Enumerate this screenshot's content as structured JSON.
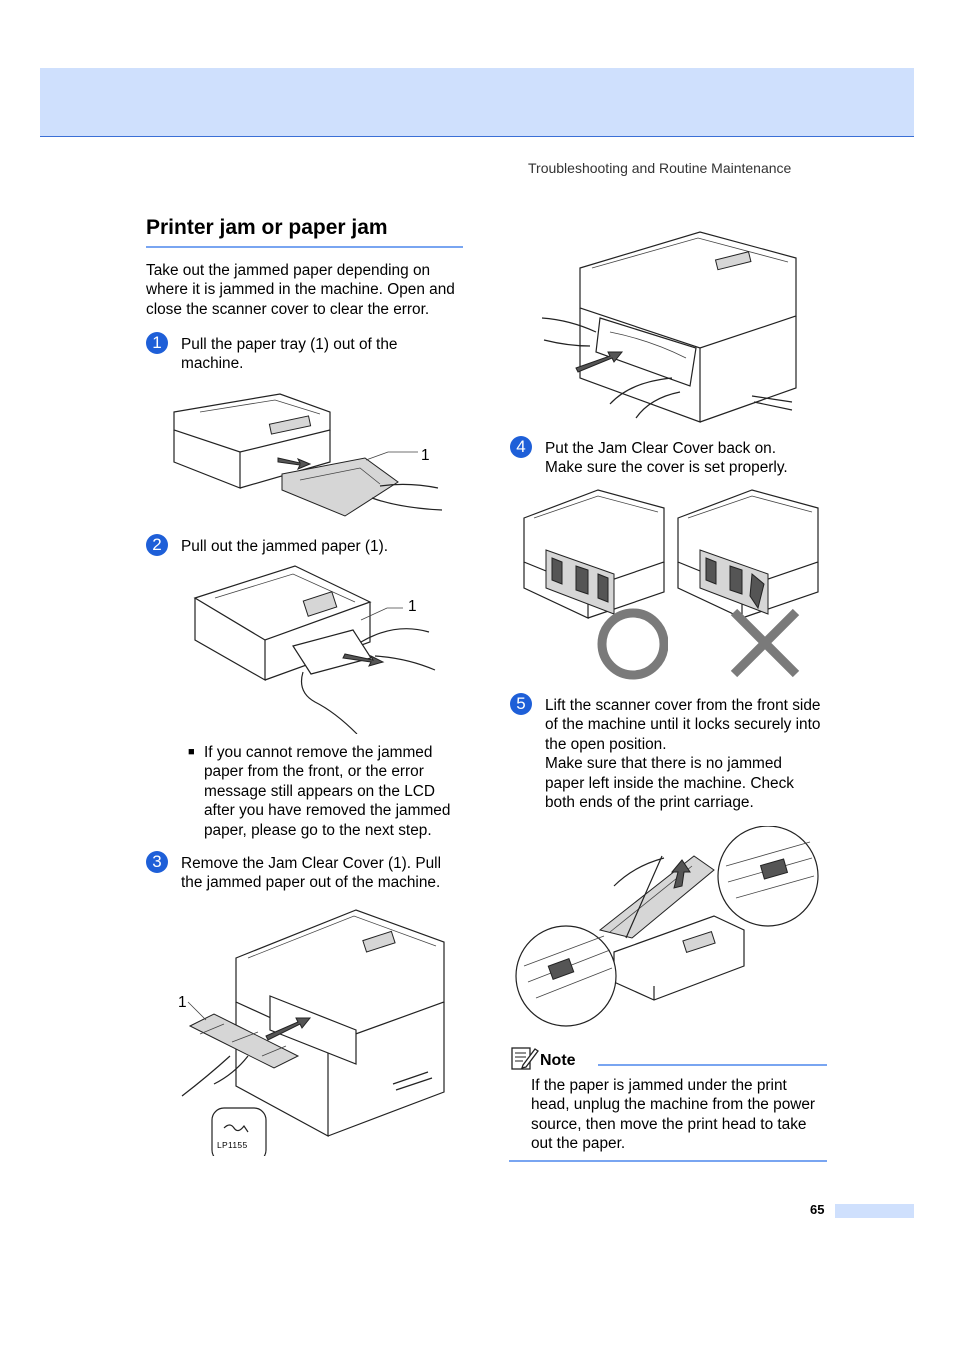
{
  "header": {
    "running_head": "Troubleshooting and Routine Maintenance"
  },
  "section": {
    "title": "Printer jam or paper jam",
    "intro": [
      "Take out the jammed paper depending on",
      "where it is jammed in the machine. Open and",
      "close the scanner cover to clear the error."
    ]
  },
  "steps": [
    {
      "number": "1",
      "lines": [
        "Pull the paper tray (1) out of the",
        "machine."
      ],
      "callout": "1"
    },
    {
      "number": "2",
      "lines": [
        "Pull out the jammed paper (1)."
      ],
      "callout": "1"
    },
    {
      "number": "3",
      "lines": [
        "Remove the Jam Clear Cover (1). Pull",
        "the jammed paper out of the machine."
      ],
      "callout": "1",
      "stamp": "LP1155"
    },
    {
      "number": "4",
      "lines": [
        "Put the Jam Clear Cover back on.",
        "Make sure the cover is set properly."
      ]
    },
    {
      "number": "5",
      "lines": [
        "Lift the scanner cover from the front side",
        "of the machine until it locks securely into",
        "the open position.",
        "Make sure that there is no jammed",
        "paper left inside the machine. Check",
        "both ends of the print carriage."
      ]
    }
  ],
  "bullet": {
    "marker": "■",
    "lines": [
      "If you cannot remove the jammed",
      "paper from the front, or the error",
      "message still appears on the LCD",
      "after you have removed the jammed",
      "paper, please go to the next step."
    ]
  },
  "note": {
    "heading": "Note",
    "lines": [
      "If the paper is jammed under the print",
      "head, unplug the machine from the power",
      "source, then move the print head to take",
      "out the paper."
    ]
  },
  "footer": {
    "page_number": "65"
  },
  "colors": {
    "band": "#cfe0fd",
    "accent": "#1e5fd8",
    "rule": "#79a5f1"
  }
}
